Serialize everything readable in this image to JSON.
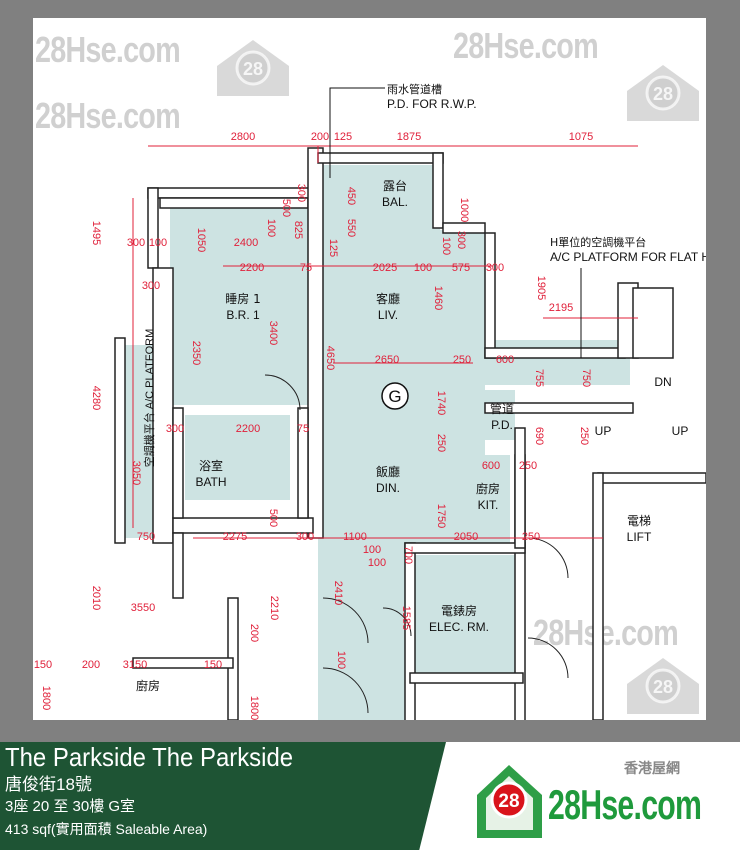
{
  "watermark": {
    "text": "28Hse.com",
    "badge": "28"
  },
  "plan": {
    "unit_label": "G",
    "annotations": [
      {
        "cn": "雨水管道槽",
        "en": "P.D. FOR R.W.P."
      },
      {
        "cn": "H單位的空調機平台",
        "en": "A/C PLATFORM FOR FLAT H"
      }
    ],
    "rooms": [
      {
        "cn": "睡房 1",
        "en": "B.R. 1"
      },
      {
        "cn": "露台",
        "en": "BAL."
      },
      {
        "cn": "客廳",
        "en": "LIV."
      },
      {
        "cn": "飯廳",
        "en": "DIN."
      },
      {
        "cn": "浴室",
        "en": "BATH"
      },
      {
        "cn": "空調機平台",
        "en": "A/C PLATFORM"
      },
      {
        "cn": "廚房",
        "en": "KIT."
      },
      {
        "cn": "管道",
        "en": "P.D."
      },
      {
        "cn": "電錶房",
        "en": "ELEC. RM."
      },
      {
        "cn": "電梯",
        "en": "LIFT"
      },
      {
        "cn": "",
        "en": "DN"
      },
      {
        "cn": "",
        "en": "UP"
      },
      {
        "cn": "",
        "en": "UP"
      },
      {
        "cn": "廚房",
        "en": ""
      }
    ],
    "dimensions": [
      "2800",
      "200",
      "125",
      "1875",
      "1075",
      "1495",
      "300",
      "100",
      "1050",
      "2400",
      "100",
      "500",
      "300",
      "825",
      "450",
      "550",
      "1000",
      "100",
      "300",
      "2200",
      "75",
      "125",
      "2025",
      "100",
      "575",
      "300",
      "1905",
      "300",
      "2350",
      "3400",
      "4650",
      "1460",
      "2195",
      "2650",
      "250",
      "600",
      "755",
      "750",
      "4280",
      "1740",
      "690",
      "250",
      "300",
      "2200",
      "75",
      "250",
      "600",
      "250",
      "3050",
      "500",
      "1750",
      "750",
      "2275",
      "300",
      "1100",
      "100",
      "700",
      "2050",
      "250",
      "2010",
      "2410",
      "100",
      "1585",
      "2210",
      "3550",
      "200",
      "1800",
      "150",
      "200",
      "3150",
      "150",
      "1800",
      "100"
    ]
  },
  "footer": {
    "title": "The Parkside The Parkside",
    "address": "唐俊街18號",
    "unit": "3座 20 至 30樓 G室",
    "area": "413 sqf(實用面積 Saleable Area)",
    "logo_cn": "香港屋網",
    "logo_text": "28Hse.com",
    "logo_badge": "28"
  },
  "colors": {
    "background": "#808080",
    "room_fill": "#cde3e2",
    "dimension": "#e0203a",
    "footer_green": "#1e5434",
    "logo_green": "#1f9a3c",
    "logo_red": "#d9141b"
  }
}
